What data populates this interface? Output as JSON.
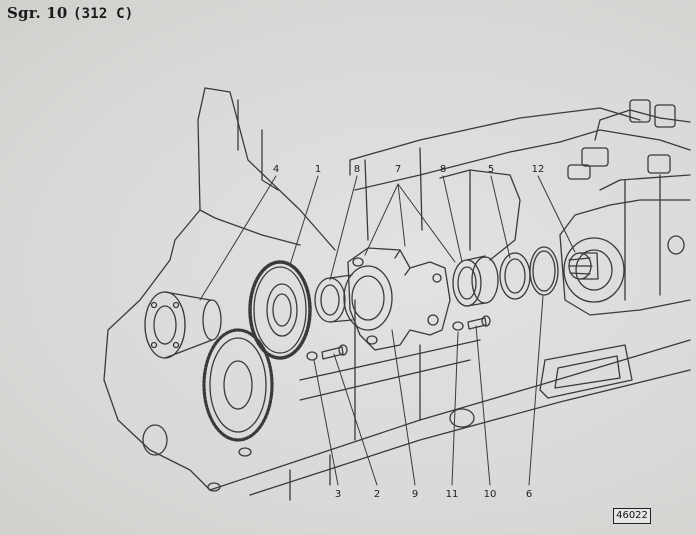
{
  "title": {
    "group": "Sgr. 10",
    "model": "(312 C)"
  },
  "callouts_top": [
    "4",
    "1",
    "8",
    "7",
    "8",
    "5",
    "12"
  ],
  "callouts_bottom": [
    "3",
    "2",
    "9",
    "11",
    "10",
    "6"
  ],
  "figure_number": "46022"
}
